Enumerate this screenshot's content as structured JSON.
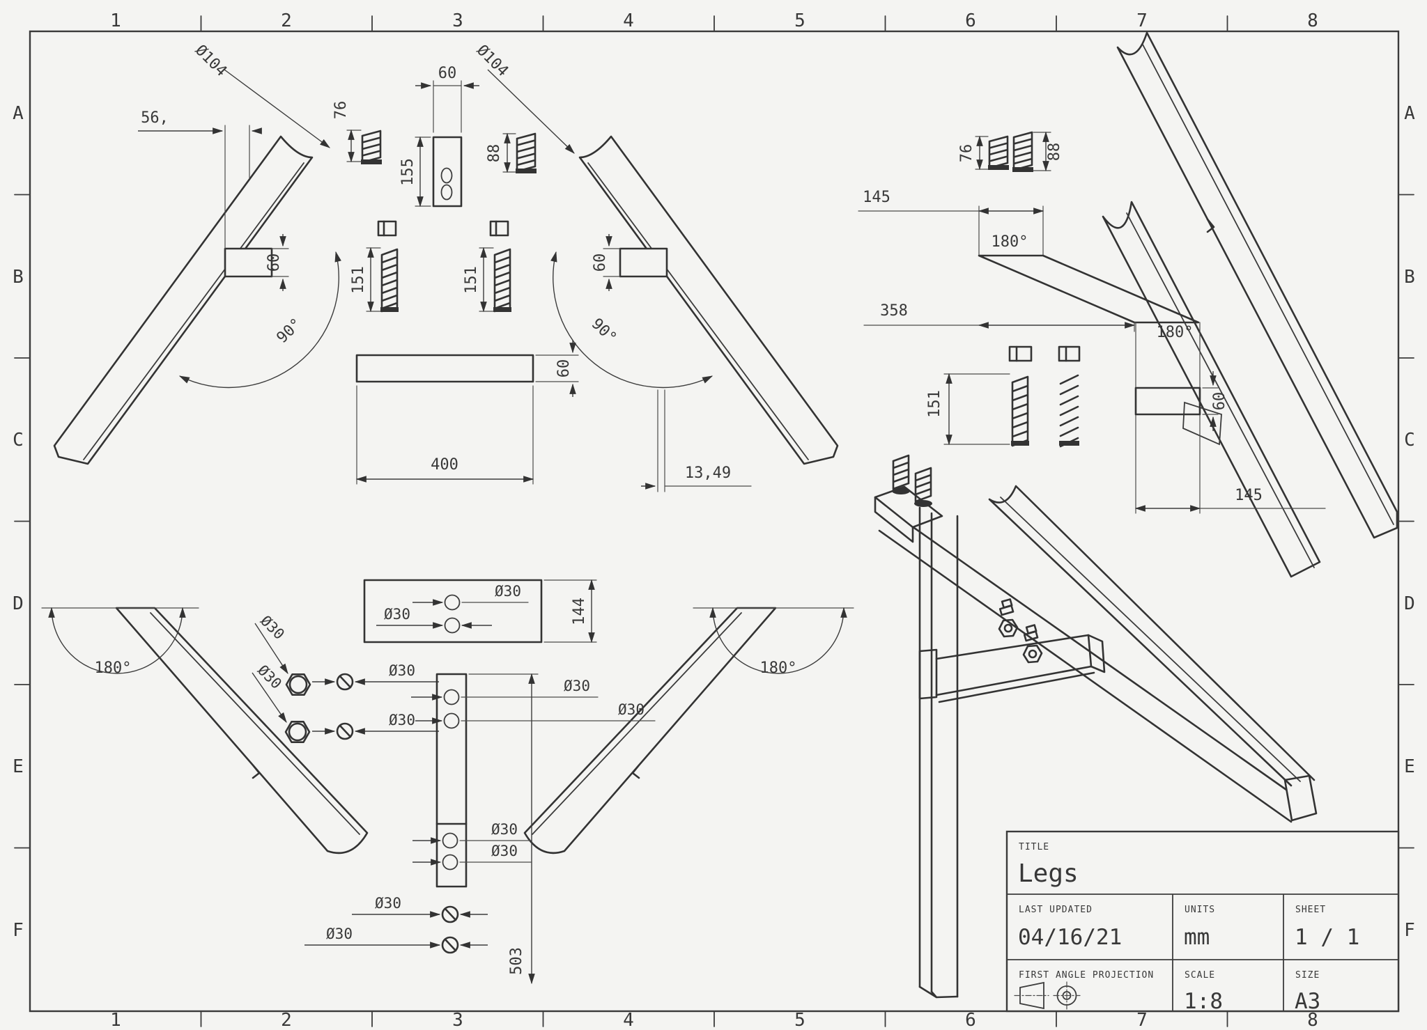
{
  "grid": {
    "columns": [
      "1",
      "2",
      "3",
      "4",
      "5",
      "6",
      "7",
      "8"
    ],
    "rows": [
      "A",
      "B",
      "C",
      "D",
      "E",
      "F"
    ]
  },
  "title_block": {
    "title_label": "TITLE",
    "title": "Legs",
    "updated_label": "LAST UPDATED",
    "updated": "04/16/21",
    "units_label": "UNITS",
    "units": "mm",
    "sheet_label": "SHEET",
    "sheet": "1 / 1",
    "projection_label": "FIRST ANGLE PROJECTION",
    "scale_label": "SCALE",
    "scale": "1:8",
    "size_label": "SIZE",
    "size": "A3"
  },
  "dims": {
    "front": {
      "leg_dia_left": "Ø104",
      "leg_dia_right": "Ø104",
      "top_offset": "56,",
      "rod_a": "76",
      "cap_w": "60",
      "cap_l": "155",
      "rod_b": "88",
      "rod_c": "151",
      "rod_d": "151",
      "rail_h_left": "60",
      "rail_h_right": "60",
      "angle_left": "90°",
      "angle_right": "90°",
      "stretcher_len": "400",
      "stretcher_h": "60",
      "foot_offset": "13,49"
    },
    "side": {
      "rod_a": "76",
      "rod_b": "88",
      "top_len": "145",
      "angle_top": "180°",
      "mid_len": "358",
      "angle_bottom": "180°",
      "rod_c": "151",
      "rail_h": "60",
      "rail_len": "145"
    },
    "plan": {
      "angle_left": "180°",
      "angle_right": "180°",
      "plate_depth": "144",
      "post_len": "503",
      "hole_dia": "Ø30"
    }
  },
  "colors": {
    "paper": "#f4f4f2",
    "ink": "#333333"
  }
}
